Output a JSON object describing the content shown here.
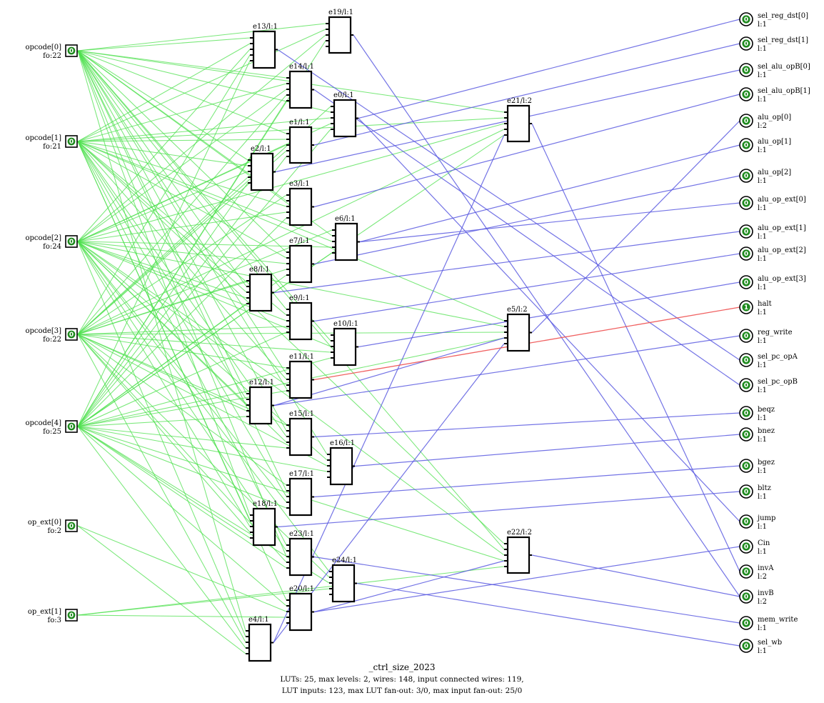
{
  "inputs": [
    {
      "name": "opcode[0]",
      "fo": "fo:22",
      "value": "0"
    },
    {
      "name": "opcode[1]",
      "fo": "fo:21",
      "value": "0"
    },
    {
      "name": "opcode[2]",
      "fo": "fo:24",
      "value": "0"
    },
    {
      "name": "opcode[3]",
      "fo": "fo:22",
      "value": "0"
    },
    {
      "name": "opcode[4]",
      "fo": "fo:25",
      "value": "0"
    },
    {
      "name": "op_ext[0]",
      "fo": "fo:2",
      "value": "0"
    },
    {
      "name": "op_ext[1]",
      "fo": "fo:3",
      "value": "0"
    }
  ],
  "luts": [
    {
      "id": "e19",
      "label": "e19/l:1"
    },
    {
      "id": "e13",
      "label": "e13/l:1"
    },
    {
      "id": "e14",
      "label": "e14/l:1"
    },
    {
      "id": "e0",
      "label": "e0/l:1"
    },
    {
      "id": "e21",
      "label": "e21/l:2"
    },
    {
      "id": "e1",
      "label": "e1/l:1"
    },
    {
      "id": "e2",
      "label": "e2/l:1"
    },
    {
      "id": "e3",
      "label": "e3/l:1"
    },
    {
      "id": "e6",
      "label": "e6/l:1"
    },
    {
      "id": "e7",
      "label": "e7/l:1"
    },
    {
      "id": "e8",
      "label": "e8/l:1"
    },
    {
      "id": "e9",
      "label": "e9/l:1"
    },
    {
      "id": "e5",
      "label": "e5/l:2"
    },
    {
      "id": "e10",
      "label": "e10/l:1"
    },
    {
      "id": "e11",
      "label": "e11/l:1"
    },
    {
      "id": "e12",
      "label": "e12/l:1"
    },
    {
      "id": "e15",
      "label": "e15/l:1"
    },
    {
      "id": "e16",
      "label": "e16/l:1"
    },
    {
      "id": "e17",
      "label": "e17/l:1"
    },
    {
      "id": "e18",
      "label": "e18/l:1"
    },
    {
      "id": "e22",
      "label": "e22/l:2"
    },
    {
      "id": "e23",
      "label": "e23/l:1"
    },
    {
      "id": "e24",
      "label": "e24/l:1"
    },
    {
      "id": "e20",
      "label": "e20/l:1"
    },
    {
      "id": "e4",
      "label": "e4/l:1"
    }
  ],
  "outputs": [
    {
      "name": "sel_reg_dst[0]",
      "level": "l:1",
      "value": "0"
    },
    {
      "name": "sel_reg_dst[1]",
      "level": "l:1",
      "value": "0"
    },
    {
      "name": "sel_alu_opB[0]",
      "level": "l:1",
      "value": "0"
    },
    {
      "name": "sel_alu_opB[1]",
      "level": "l:1",
      "value": "0"
    },
    {
      "name": "alu_op[0]",
      "level": "l:2",
      "value": "0"
    },
    {
      "name": "alu_op[1]",
      "level": "l:1",
      "value": "0"
    },
    {
      "name": "alu_op[2]",
      "level": "l:1",
      "value": "0"
    },
    {
      "name": "alu_op_ext[0]",
      "level": "l:1",
      "value": "0"
    },
    {
      "name": "alu_op_ext[1]",
      "level": "l:1",
      "value": "0"
    },
    {
      "name": "alu_op_ext[2]",
      "level": "l:1",
      "value": "0"
    },
    {
      "name": "alu_op_ext[3]",
      "level": "l:1",
      "value": "0"
    },
    {
      "name": "halt",
      "level": "l:1",
      "value": "1"
    },
    {
      "name": "reg_write",
      "level": "l:1",
      "value": "0"
    },
    {
      "name": "sel_pc_opA",
      "level": "l:1",
      "value": "0"
    },
    {
      "name": "sel_pc_opB",
      "level": "l:1",
      "value": "0"
    },
    {
      "name": "beqz",
      "level": "l:1",
      "value": "0"
    },
    {
      "name": "bnez",
      "level": "l:1",
      "value": "0"
    },
    {
      "name": "bgez",
      "level": "l:1",
      "value": "0"
    },
    {
      "name": "bltz",
      "level": "l:1",
      "value": "0"
    },
    {
      "name": "jump",
      "level": "l:1",
      "value": "0"
    },
    {
      "name": "Cin",
      "level": "l:1",
      "value": "0"
    },
    {
      "name": "invA",
      "level": "l:2",
      "value": "0"
    },
    {
      "name": "invB",
      "level": "l:2",
      "value": "0"
    },
    {
      "name": "mem_write",
      "level": "l:1",
      "value": "0"
    },
    {
      "name": "sel_wb",
      "level": "l:1",
      "value": "0"
    }
  ],
  "caption": {
    "title": "_ctrl_size_2023",
    "line1": "LUTs: 25, max levels: 2, wires: 148, input connected wires: 119,",
    "line2": "LUT inputs: 123, max  LUT fan-out: 3/0, max input fan-out: 25/0"
  },
  "colors": {
    "input_wire": "#4ce04c",
    "lut_wire": "#5a5ae0",
    "active_wire": "#ee5050",
    "signal_dot": "#1e8a1e"
  }
}
